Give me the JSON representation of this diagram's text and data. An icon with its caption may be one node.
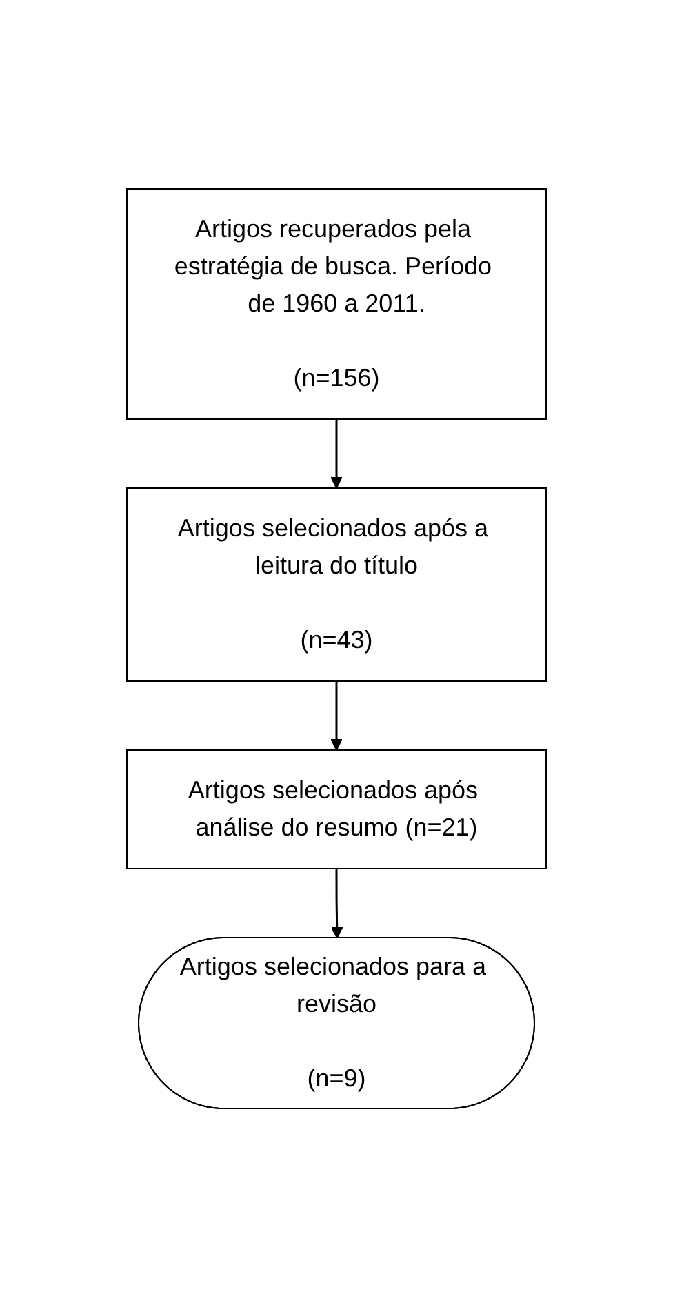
{
  "diagram": {
    "nodes": [
      {
        "text": [
          "Artigos recuperados pela estratégia de busca. Período de 1960 a 2011.",
          "(n=156)"
        ]
      },
      {
        "text": [
          "Artigos selecionados após a leitura do título",
          "(n=43)"
        ]
      },
      {
        "text": [
          "Artigos selecionados após análise do resumo (n=21)"
        ]
      },
      {
        "text": [
          "Artigos selecionados para a revisão",
          "(n=9)"
        ]
      }
    ],
    "edges": [
      {
        "from": 0,
        "to": 1,
        "arrow": "to"
      },
      {
        "from": 1,
        "to": 2,
        "arrow": "to"
      },
      {
        "from": 2,
        "to": 3,
        "arrow": "to"
      }
    ]
  }
}
